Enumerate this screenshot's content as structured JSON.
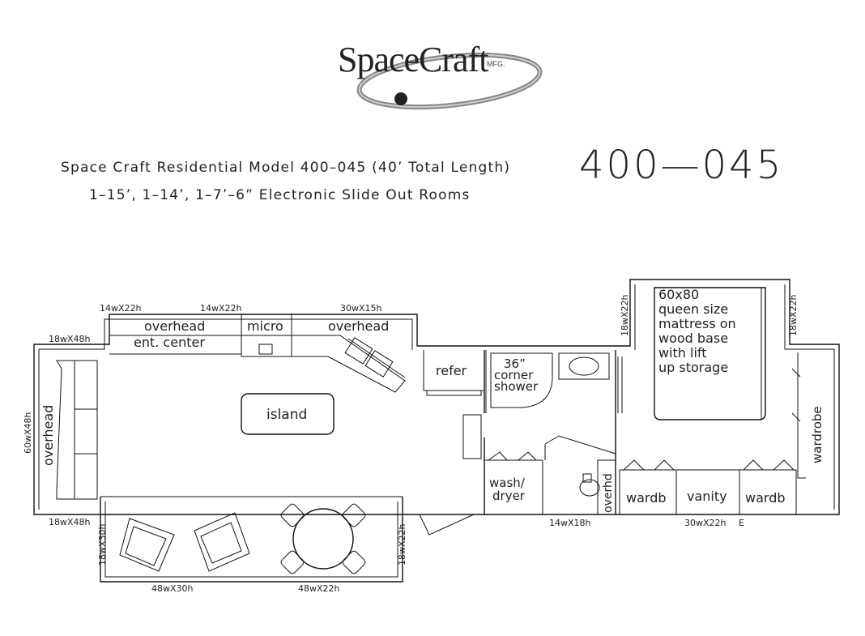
{
  "logo": {
    "brand": "SpaceCraft",
    "suffix": "MFG."
  },
  "header": {
    "line1": "Space Craft Residential Model 400–045 (40’ Total Length)",
    "line2": "1–15’, 1–14’, 1–7’–6” Electronic Slide Out Rooms",
    "model_number": "400—045"
  },
  "labels": {
    "overhead_top": "overhead",
    "ent_center": "ent. center",
    "micro": "micro",
    "overhead_right": "overhead",
    "refer": "refer",
    "shower_1": "36”",
    "shower_2": "corner",
    "shower_3": "shower",
    "island": "island",
    "overhead_left": "overhead",
    "wash": "wash/",
    "dryer": "dryer",
    "overhd": "overhd",
    "wardb_left": "wardb",
    "vanity": "vanity",
    "wardb_right": "wardb",
    "wardrobe": "wardrobe",
    "bed_1": "60x80",
    "bed_2": "queen size",
    "bed_3": "mattress on",
    "bed_4": "wood base",
    "bed_5": "with lift",
    "bed_6": "up storage"
  },
  "dimensions": {
    "d_14x22_a": "14wX22h",
    "d_14x22_b": "14wX22h",
    "d_30x15": "30wX15h",
    "d_18x48_top": "18wX48h",
    "d_60x48": "60wX48h",
    "d_18x48_bottom": "18wX48h",
    "d_18x30": "18wX30h",
    "d_48x30": "48wX30h",
    "d_48x22": "48wX22h",
    "d_18x22_slide": "18wX22h",
    "d_14x18": "14wX18h",
    "d_30x22": "30wX22h",
    "d_e": "E",
    "d_18x22_bed_left": "18wX22h",
    "d_18x22_bed_right": "18wX22h"
  }
}
